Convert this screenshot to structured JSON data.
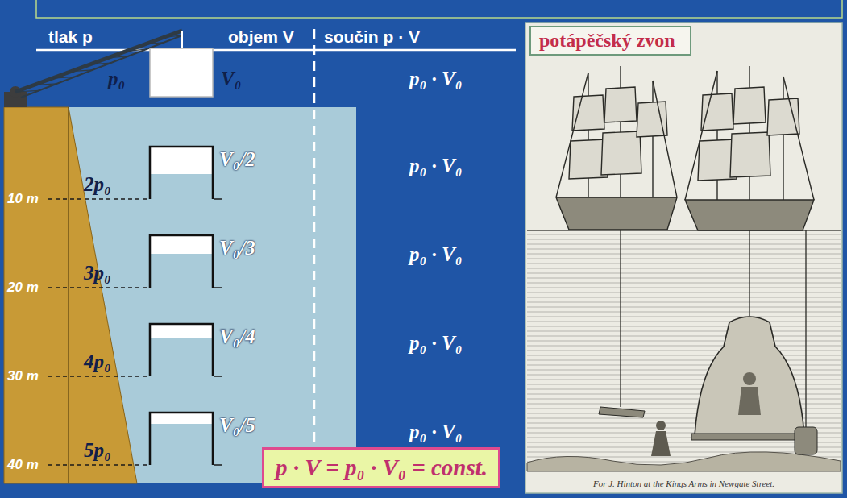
{
  "diagram": {
    "nodes": [
      {
        "text": [
          "For J. Hinton at the Kings Arms in Newgate Street."
        ]
      },
      {
        "text": [
          "potápěčský zvon"
        ],
        "in": 0
      },
      {
        "text": [
          "p · V = p₀ · V₀ = const."
        ]
      }
    ],
    "labels": [
      "tlak p",
      "objem V",
      "součin p · V",
      "p₀",
      "V₀",
      "p₀ · V₀",
      "V₀/2",
      "2p₀",
      "p₀ · V₀",
      "10 m",
      "V₀/3",
      "3p₀",
      "p₀ · V₀",
      "20 m",
      "V₀/4",
      "4p₀",
      "p₀ · V₀",
      "30 m",
      "V₀/5",
      "5p₀",
      "p₀ · V₀",
      "40 m"
    ]
  }
}
